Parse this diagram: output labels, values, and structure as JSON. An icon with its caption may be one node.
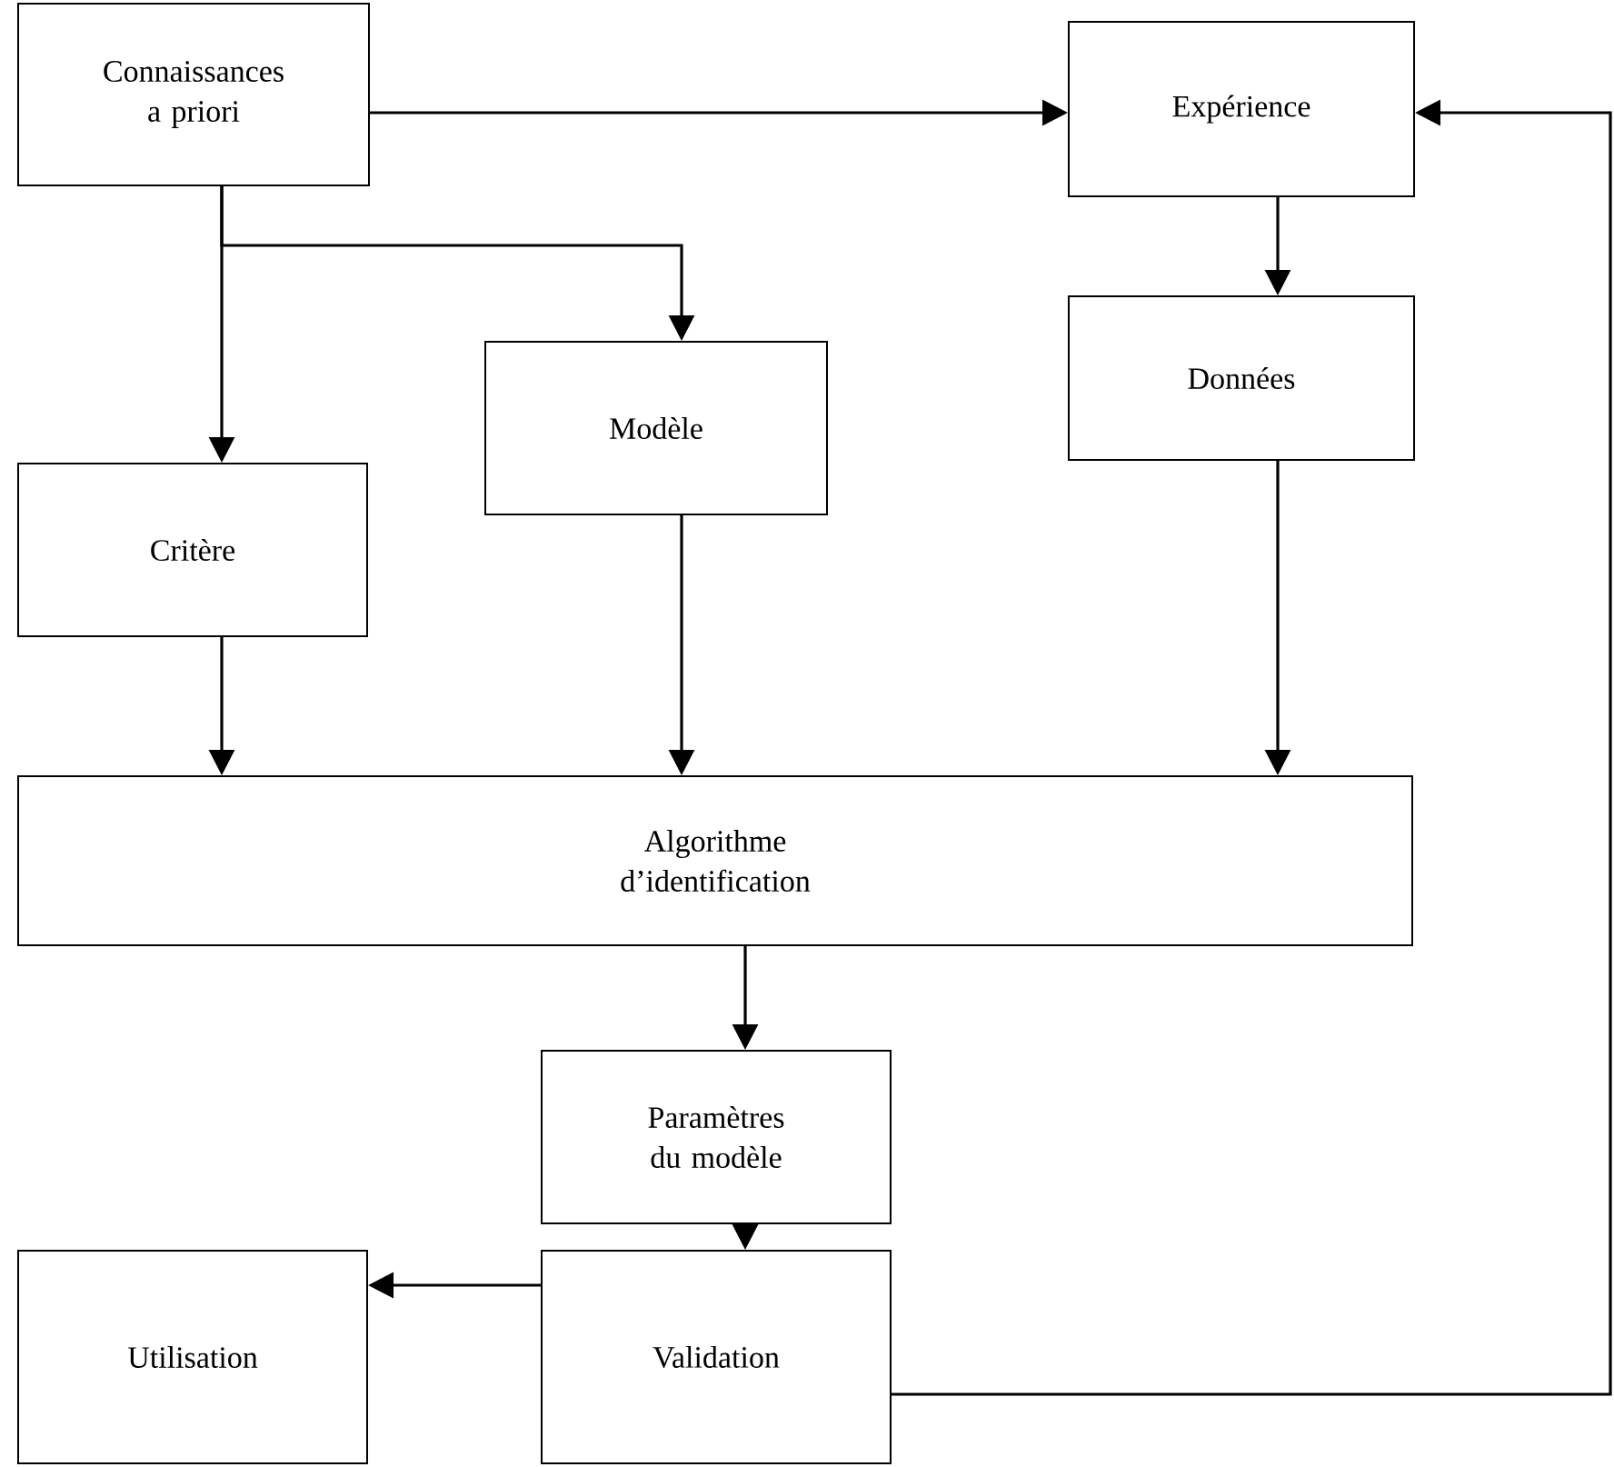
{
  "diagram": {
    "nodes": [
      {
        "text": [
          "Connaissances a priori"
        ]
      },
      {
        "text": [
          "Expérience"
        ]
      },
      {
        "text": [
          "Modèle"
        ]
      },
      {
        "text": [
          "Données"
        ]
      },
      {
        "text": [
          "Critère"
        ]
      },
      {
        "text": [
          "Algorithme d’identification"
        ]
      },
      {
        "text": [
          "Paramètres du modèle"
        ]
      },
      {
        "text": [
          "Validation"
        ]
      },
      {
        "text": [
          "Utilisation"
        ]
      }
    ],
    "edges": [
      {
        "from": 0,
        "to": 1,
        "arrow": "to"
      },
      {
        "from": 7,
        "to": 1,
        "arrow": "to"
      },
      {
        "from": 1,
        "to": 3,
        "arrow": "to"
      },
      {
        "from": 0,
        "to": 4,
        "arrow": "to"
      },
      {
        "from": 0,
        "to": 2,
        "arrow": "to"
      },
      {
        "from": 4,
        "to": 5,
        "arrow": "to"
      },
      {
        "from": 2,
        "to": 5,
        "arrow": "to"
      },
      {
        "from": 3,
        "to": 5,
        "arrow": "to"
      },
      {
        "from": 5,
        "to": 6,
        "arrow": "to"
      },
      {
        "from": 6,
        "to": 7,
        "arrow": "to"
      },
      {
        "from": 7,
        "to": 8,
        "arrow": "to"
      }
    ]
  }
}
